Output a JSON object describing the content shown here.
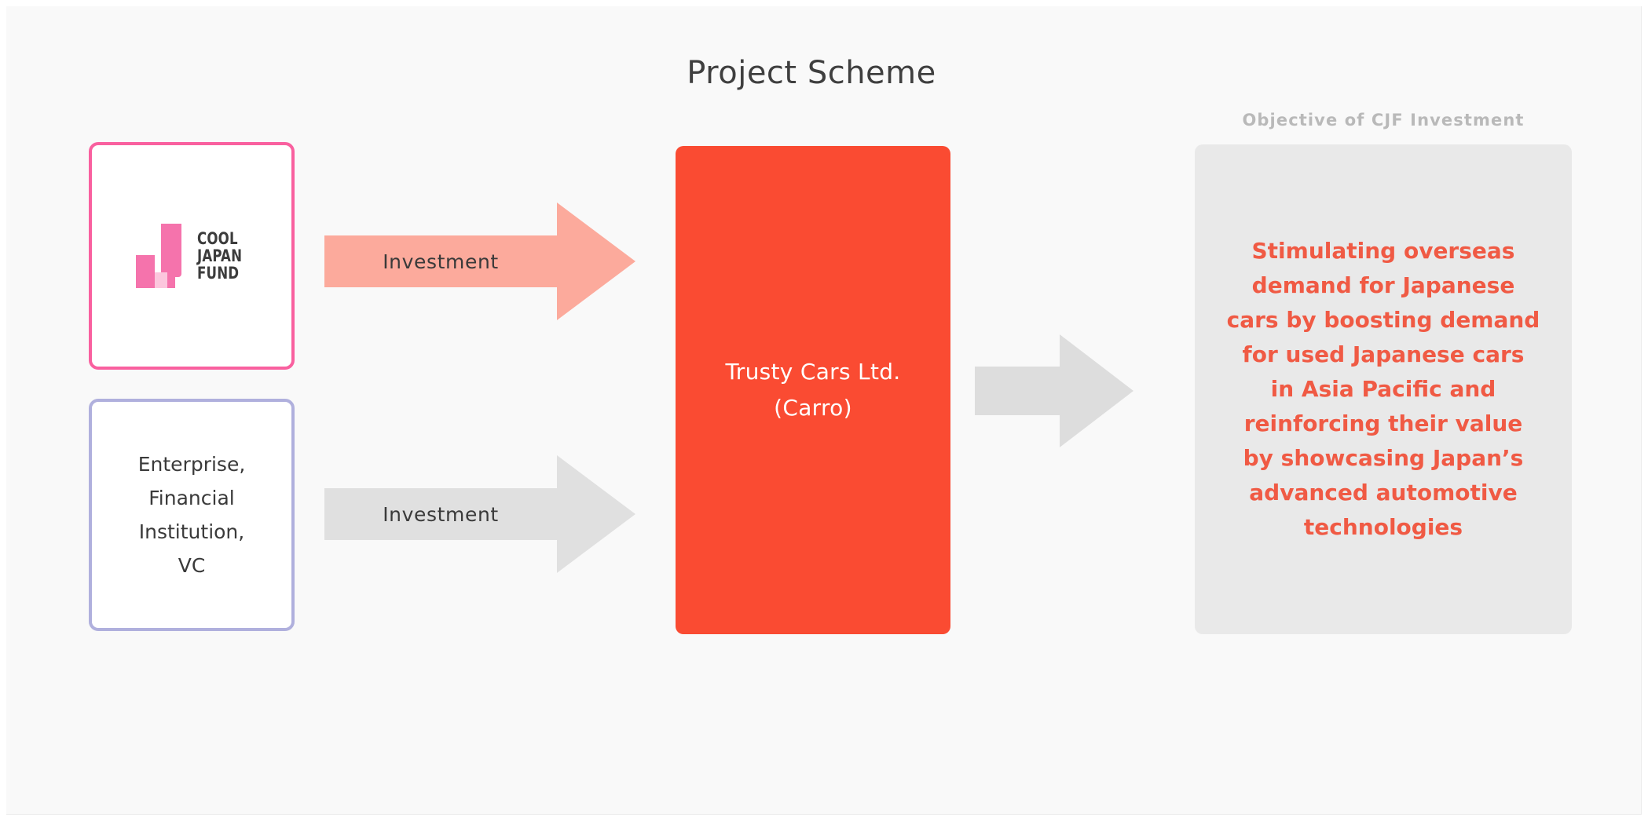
{
  "title": "Project Scheme",
  "sources": {
    "cjf": {
      "logo_icon": "cool-japan-fund-logo",
      "wordmark_lines": [
        "COOL",
        "JAPAN",
        "FUND"
      ],
      "border_color": "#f9609f",
      "mark_color": "#f573ac",
      "mark_overlap_color": "#fcc6dd"
    },
    "enterprise": {
      "lines": [
        "Enterprise,",
        "Financial",
        "Institution,",
        "VC"
      ],
      "border_color": "#b0b0dd"
    }
  },
  "arrows": {
    "cjf_investment": {
      "label": "Investment",
      "color": "#fcaa9c",
      "icon": "arrow-right-icon"
    },
    "enterprise_investment": {
      "label": "Investment",
      "color": "#e0e0e0",
      "icon": "arrow-right-icon"
    },
    "objective_arrow": {
      "label": "",
      "color": "#dddddd",
      "icon": "arrow-right-icon"
    }
  },
  "company": {
    "lines": [
      "Trusty Cars Ltd.",
      "(Carro)"
    ],
    "background_color": "#fa4b32",
    "text_color": "#ffffff"
  },
  "objective": {
    "caption": "Objective of CJF Investment",
    "caption_color": "#b9b9b9",
    "background_color": "#e9e9e9",
    "text_color": "#f05a44",
    "lines": [
      "Stimulating overseas",
      "demand for Japanese",
      "cars by boosting demand",
      "for used Japanese cars",
      "in Asia Pacific and",
      "reinforcing their value",
      "by showcasing Japan’s",
      "advanced automotive",
      "technologies"
    ]
  }
}
